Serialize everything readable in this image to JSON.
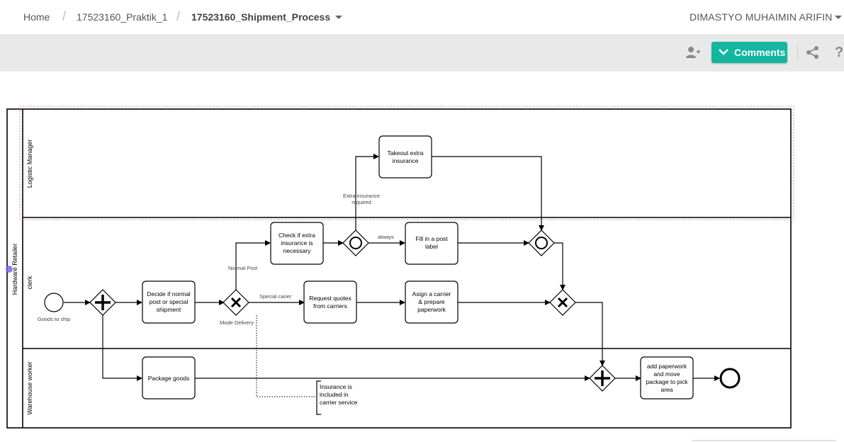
{
  "breadcrumb": {
    "home": "Home",
    "folder": "17523160_Praktik_1",
    "current": "17523160_Shipment_Process"
  },
  "user": {
    "name": "DIMASTYO MUHAIMIN ARIFIN"
  },
  "toolbar": {
    "comments_label": "Comments",
    "icons": [
      "add-user-icon",
      "share-icon",
      "help-icon"
    ]
  },
  "diagram": {
    "pool": "Hardware Retailer",
    "lanes": {
      "logistic": "Logistic Manager",
      "clerk": "clerk",
      "warehouse": "Warehouse worker"
    },
    "tasks": {
      "takeout_insurance": [
        "Takeout extra",
        "insurance"
      ],
      "check_insurance": [
        "Check if extra",
        "insurance is",
        "necessary"
      ],
      "fill_post_label": [
        "Fill in a post",
        "label"
      ],
      "decide_post": [
        "Decide if normal",
        "post or special",
        "shipment"
      ],
      "request_quotes": [
        "Request quotes",
        "from carriers"
      ],
      "assign_carrier": [
        "Asign a carrier",
        "& prepare",
        "paperwork"
      ],
      "package_goods": [
        "Package goods"
      ],
      "add_paperwork": [
        "add paperwork",
        "and move",
        "package to pick",
        "area"
      ]
    },
    "labels": {
      "goods_to_ship": "Goods to ship",
      "mode_delivery": "Mode Delivery",
      "normal_post": "Normal Post",
      "special_carrier": "Special carier",
      "always": "always",
      "extra_insurance_required": [
        "Extra insurance",
        "required"
      ]
    },
    "annotation": [
      "Insurance is",
      "included in",
      "carrier service"
    ],
    "colors": {
      "accent": "#14b6a0",
      "selection": "#e06c6c",
      "handle": "#7b68ee"
    }
  }
}
